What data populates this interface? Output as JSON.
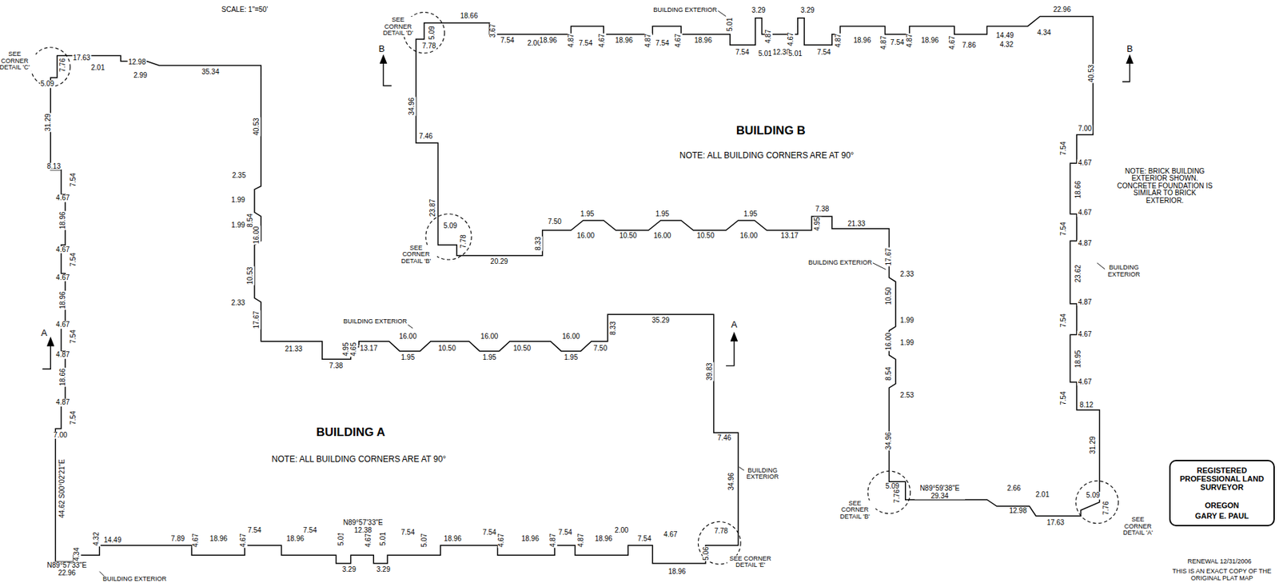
{
  "diagram": {
    "nodes": [
      {
        "text": [
          "REGISTERED PROFESSIONAL LAND SURVEYOR",
          "OREGON",
          "GARY E. PAUL"
        ]
      }
    ],
    "labels": [
      "SCALE: 1\"=50'",
      "SEE CORNER DETAIL 'C'",
      "17.63",
      "2.01",
      "12.98",
      "2.99",
      "35.34",
      "7.76",
      "5.09",
      "31.29",
      "8.13",
      "7.54",
      "4.67",
      "18.96",
      "4.67",
      "7.54",
      "4.67",
      "18.96",
      "4.67",
      "7.54",
      "4.87",
      "18.66",
      "4.87",
      "7.54",
      "7.00",
      "44.62 S00°02'21\"E",
      "A",
      "N89°57'33\"E 22.96",
      "4.34",
      "14.49",
      "4.32",
      "7.89",
      "4.67",
      "18.96",
      "4.67",
      "7.54",
      "18.96",
      "7.54",
      "5.01",
      "3.29",
      "N89°57'33\"E 12.38",
      "4.67",
      "5.01",
      "3.29",
      "7.54",
      "5.07",
      "18.96",
      "7.54",
      "4.67",
      "18.96",
      "4.87",
      "7.54",
      "4.87",
      "18.96",
      "2.00",
      "7.54",
      "4.67",
      "18.96",
      "5.06",
      "7.78",
      "SEE CORNER DETAIL 'E'",
      "BUILDING EXTERIOR",
      "40.53",
      "2.35",
      "1.99",
      "8.54",
      "1.99",
      "16.00",
      "10.53",
      "2.33",
      "17.67",
      "21.33",
      "7.38",
      "4.95",
      "4.65",
      "13.17",
      "BUILDING EXTERIOR",
      "16.00",
      "1.95",
      "10.50",
      "16.00",
      "1.95",
      "10.50",
      "16.00",
      "1.95",
      "7.50",
      "8.33",
      "35.29",
      "A",
      "39.83",
      "7.46",
      "34.96",
      "BUILDING EXTERIOR",
      "BUILDING A",
      "NOTE: ALL BUILDING CORNERS ARE AT 90°",
      "SEE CORNER DETAIL 'D'",
      "5.09",
      "18.66",
      "7.78",
      "3.67",
      "7.54",
      "2.00",
      "18.96",
      "4.87",
      "7.54",
      "4.67",
      "18.96",
      "4.87",
      "7.54",
      "4.67",
      "18.96",
      "5.01",
      "7.54",
      "3.29",
      "4.87",
      "5.01",
      "12.38",
      "5.01",
      "3.29",
      "4.67",
      "7.54",
      "4.87",
      "18.96",
      "4.87",
      "7.54",
      "4.87",
      "18.96",
      "4.67",
      "7.86",
      "14.49",
      "4.32",
      "4.34",
      "22.96",
      "BUILDING EXTERIOR",
      "B",
      "34.96",
      "7.46",
      "23.87",
      "5.09",
      "7.78",
      "SEE CORNER DETAIL 'B'",
      "20.29",
      "8.33",
      "7.50",
      "1.95",
      "16.00",
      "10.50",
      "1.95",
      "16.00",
      "10.50",
      "1.95",
      "16.00",
      "13.17",
      "7.38",
      "4.95",
      "21.33",
      "17.67",
      "BUILDING EXTERIOR",
      "2.33",
      "10.50",
      "1.99",
      "16.00",
      "1.99",
      "8.54",
      "2.53",
      "34.96",
      "BUILDING B",
      "NOTE: ALL BUILDING CORNERS ARE AT 90°",
      "SEE CORNER DETAIL 'B'",
      "5.09",
      "7.76",
      "N89°59'38\"E 29.34",
      "2.66",
      "12.98",
      "2.01",
      "17.63",
      "5.09",
      "7.76",
      "SEE CORNER DETAIL 'A'",
      "31.29",
      "8.12",
      "7.54",
      "4.67",
      "18.95",
      "4.67",
      "7.54",
      "4.87",
      "23.62",
      "4.87",
      "7.54",
      "4.67",
      "18.66",
      "4.67",
      "7.54",
      "7.00",
      "40.53",
      "B",
      "BUILDING EXTERIOR",
      "NOTE: BRICK BUILDING EXTERIOR SHOWN. CONCRETE FOUNDATION IS SIMILAR TO BRICK EXTERIOR.",
      "RENEWAL 12/31/2006",
      "THIS IS AN EXACT COPY OF THE ORIGINAL PLAT MAP"
    ]
  }
}
